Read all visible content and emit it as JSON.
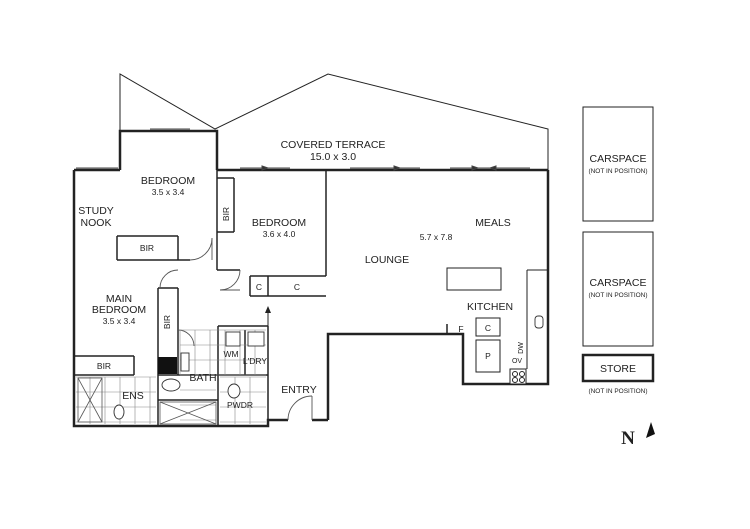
{
  "rooms": {
    "covered_terrace": {
      "name": "COVERED TERRACE",
      "size": "15.0 x 3.0"
    },
    "bedroom1": {
      "name": "BEDROOM",
      "size": "3.5 x 3.4"
    },
    "bedroom2": {
      "name": "BEDROOM",
      "size": "3.6 x 4.0"
    },
    "main_bedroom": {
      "line1": "MAIN",
      "line2": "BEDROOM",
      "size": "3.5 x 3.4"
    },
    "study_nook": {
      "line1": "STUDY",
      "line2": "NOOK"
    },
    "meals": "MEALS",
    "lounge_size": "5.7 x 7.8",
    "lounge": "LOUNGE",
    "kitchen": "KITCHEN",
    "bath": "BATH",
    "ens": "ENS",
    "pwdr": "PWDR",
    "ldry": "L'DRY",
    "wm": "WM",
    "entry": "ENTRY"
  },
  "fixtures": {
    "bir": "BIR",
    "c": "C",
    "f": "F",
    "p": "P",
    "dw": "DW",
    "ov": "OV"
  },
  "external": {
    "carspace1": {
      "name": "CARSPACE",
      "note": "(NOT IN POSITION)"
    },
    "carspace2": {
      "name": "CARSPACE",
      "note": "(NOT IN POSITION)"
    },
    "store": {
      "name": "STORE",
      "note": "(NOT IN POSITION)"
    }
  },
  "compass": {
    "letter": "N"
  }
}
